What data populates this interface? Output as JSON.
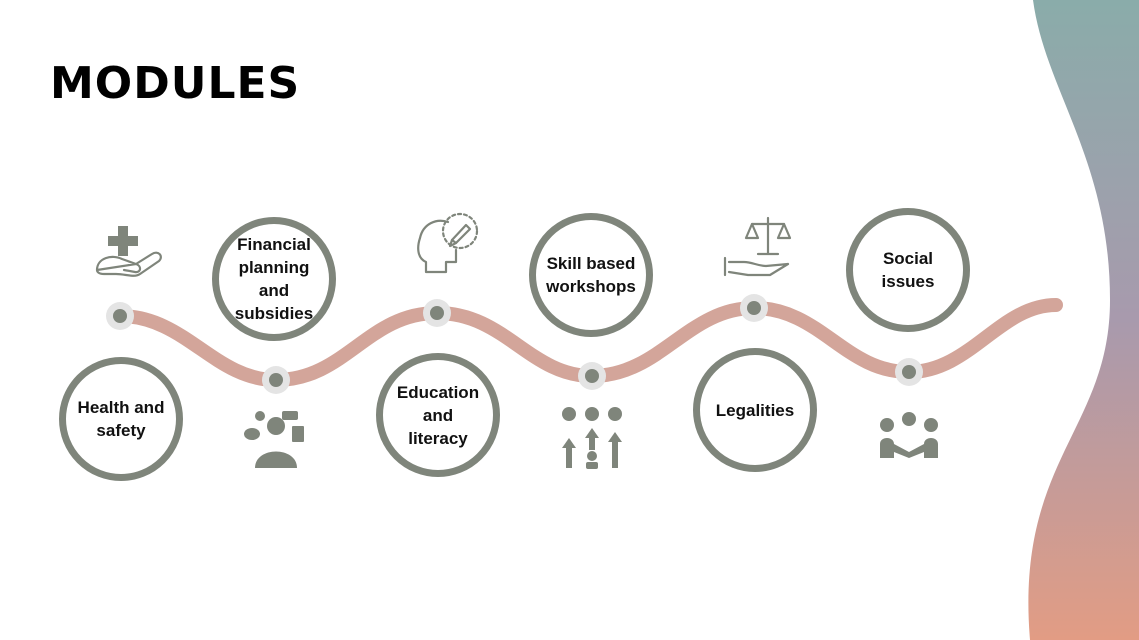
{
  "title": "MODULES",
  "colors": {
    "path": "#d3a59a",
    "node": "#7f857b",
    "node_ring": "#e4e4e4",
    "icon": "#7f857b",
    "wave_top": "#8aacaa",
    "wave_mid": "#a89aad",
    "wave_bottom": "#e29c84"
  },
  "modules": [
    {
      "label": "Health and safety",
      "icon": "health-hand-cross-icon"
    },
    {
      "label": "Financial planning and subsidies",
      "icon": "finance-person-icon"
    },
    {
      "label": "Education and literacy",
      "icon": "head-pencil-icon"
    },
    {
      "label": "Skill based workshops",
      "icon": "skill-growth-icon"
    },
    {
      "label": "Legalities",
      "icon": "justice-scale-hand-icon"
    },
    {
      "label": "Social issues",
      "icon": "people-meeting-icon"
    }
  ]
}
